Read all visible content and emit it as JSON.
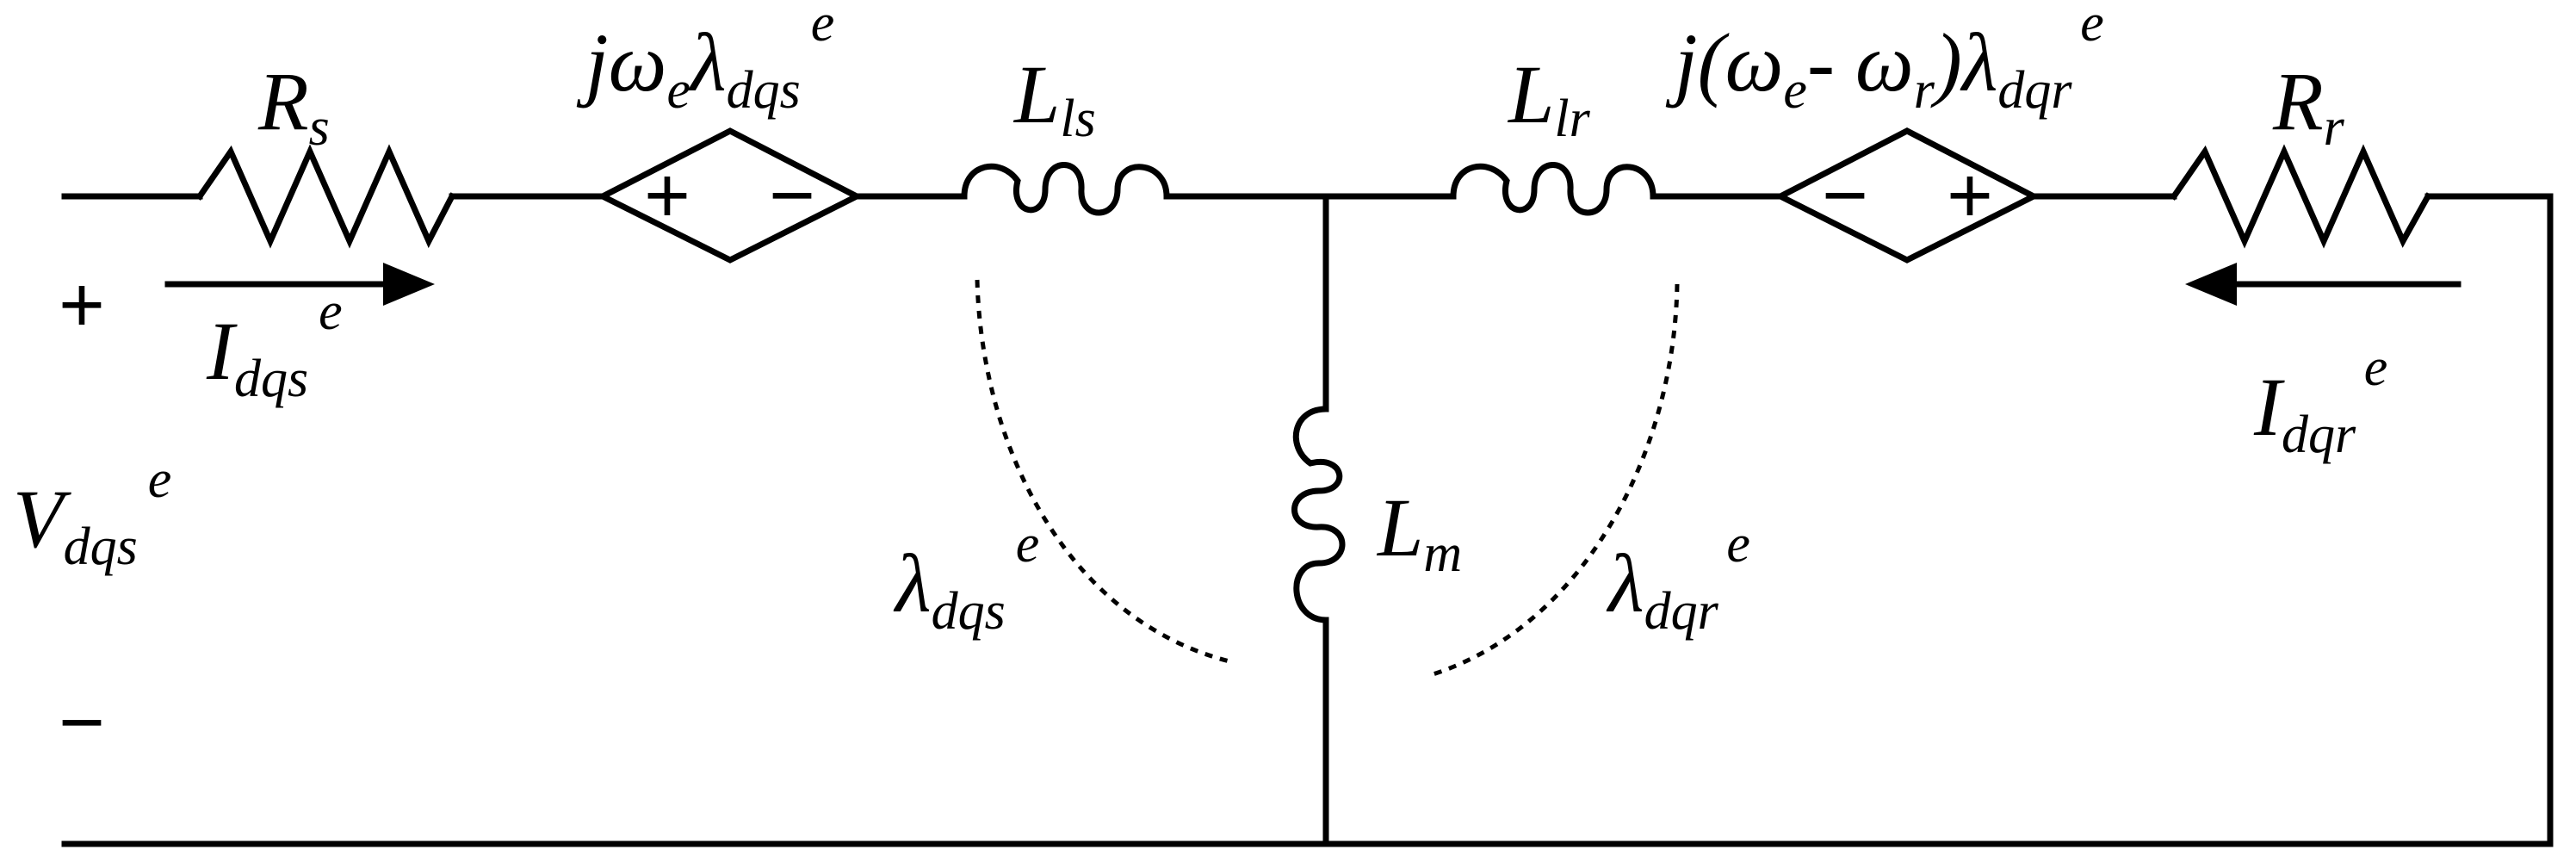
{
  "labels": {
    "rs": {
      "main": "R",
      "sub": "s"
    },
    "src1": {
      "pre": "jω",
      "sub1": "e",
      "mid": "λ",
      "sub2": "dqs",
      "sup": "e"
    },
    "lls": {
      "main": "L",
      "sub": "ls"
    },
    "llr": {
      "main": "L",
      "sub": "lr"
    },
    "src2": {
      "pre": "j(ω",
      "sub1": "e",
      "mid": "- ω",
      "sub2": "r",
      "mid2": ")λ",
      "sub3": "dqr",
      "sup": "e"
    },
    "rr": {
      "main": "R",
      "sub": "r"
    },
    "ids": {
      "main": "I",
      "sub": "dqs",
      "sup": "e"
    },
    "idr": {
      "main": "I",
      "sub": "dqr",
      "sup": "e"
    },
    "vds": {
      "main": "V",
      "sub": "dqs",
      "sup": "e"
    },
    "lm": {
      "main": "L",
      "sub": "m"
    },
    "lambda_s": {
      "main": "λ",
      "sub": "dqs",
      "sup": "e"
    },
    "lambda_r": {
      "main": "λ",
      "sub": "dqr",
      "sup": "e"
    }
  },
  "signs": {
    "src1_plus": "+",
    "src1_minus": "−",
    "src2_minus": "−",
    "src2_plus": "+",
    "terminal_plus": "+",
    "terminal_minus": "−"
  }
}
